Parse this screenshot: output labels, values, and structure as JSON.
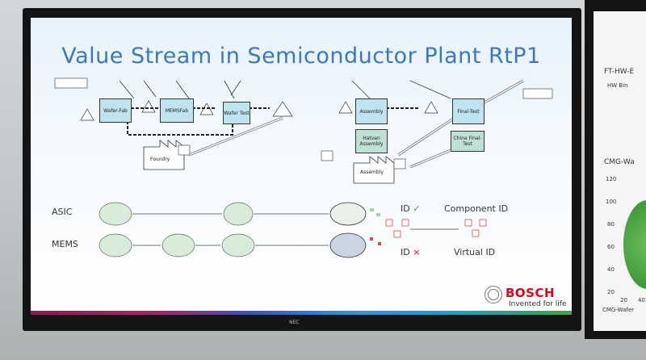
{
  "slide": {
    "title": "Value Stream in Semiconductor Plant RtP1",
    "processes": [
      {
        "label": "Wafer-Fab"
      },
      {
        "label": "MEMSFab"
      },
      {
        "label": "Wafer Test"
      },
      {
        "label": "Assembly"
      },
      {
        "label": "Final-Test"
      },
      {
        "label": "Hatvan Assembly"
      },
      {
        "label": "China Final-Test"
      }
    ],
    "foundry_label": "Foundry",
    "assembly_factory_label": "Assembly",
    "rows": {
      "asic": "ASIC",
      "mems": "MEMS"
    },
    "id_label": "ID",
    "component_id_label": "Component ID",
    "virtual_id_label": "Virtual ID",
    "check_mark": "✓",
    "cross_mark": "×",
    "brand": "BOSCH",
    "slogan": "Invented for life",
    "monitor_brand": "NEC"
  },
  "right_monitor": {
    "header": "FT-HW-E",
    "sub": "HW Bin",
    "chart_title": "CMG-Wa",
    "y_ticks": [
      "120",
      "100",
      "80",
      "60",
      "40",
      "20"
    ],
    "x_ticks": [
      "20",
      "40"
    ],
    "footer": "CMG-Wafer"
  },
  "colors": {
    "title": "#3a78c2",
    "process_fill": "#bfe3ef",
    "bosch_red": "#e2001a",
    "check": "#3aa14a",
    "cross": "#e0474c"
  }
}
